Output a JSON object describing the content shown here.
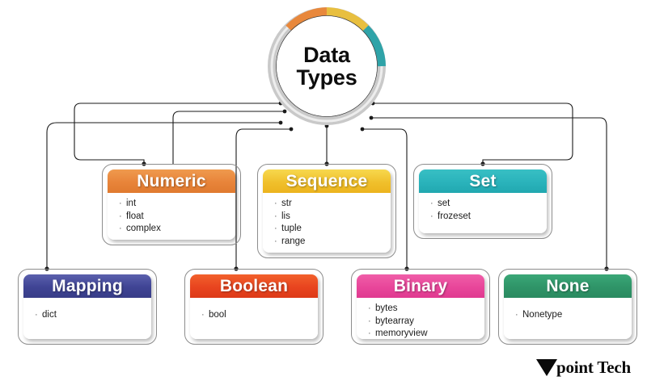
{
  "diagram": {
    "title_line_1": "Data",
    "title_line_2": "Types",
    "hub": {
      "arc_colors": [
        "#e8883c",
        "#e8bf3f",
        "#2fa3a8",
        "#c9c9c9"
      ]
    },
    "categories": [
      {
        "name": "Numeric",
        "color": "#e8843a",
        "color_end": "#ef9a4e",
        "items": [
          "int",
          "float",
          "complex"
        ],
        "row": "top"
      },
      {
        "name": "Sequence",
        "color": "#f0c02c",
        "color_end": "#f7d84e",
        "items": [
          "str",
          "lis",
          "tuple",
          "range"
        ],
        "row": "top"
      },
      {
        "name": "Set",
        "color": "#2ab3bb",
        "color_end": "#38bfc4",
        "items": [
          "set",
          "frozeset"
        ],
        "row": "top"
      },
      {
        "name": "Mapping",
        "color": "#3f4494",
        "color_end": "#5b60ad",
        "items": [
          "dict"
        ],
        "row": "bottom"
      },
      {
        "name": "Boolean",
        "color": "#e8441f",
        "color_end": "#f2612c",
        "items": [
          "bool"
        ],
        "row": "bottom"
      },
      {
        "name": "Binary",
        "color": "#e8469a",
        "color_end": "#f05ea8",
        "items": [
          "bytes",
          "bytearray",
          "memoryview"
        ],
        "row": "bottom"
      },
      {
        "name": "None",
        "color": "#2f9468",
        "color_end": "#3aa777",
        "items": [
          "Nonetype"
        ],
        "row": "bottom"
      }
    ],
    "bullet_glyph": "·"
  },
  "logo": {
    "mark_letter": "T",
    "text": "point Tech"
  }
}
